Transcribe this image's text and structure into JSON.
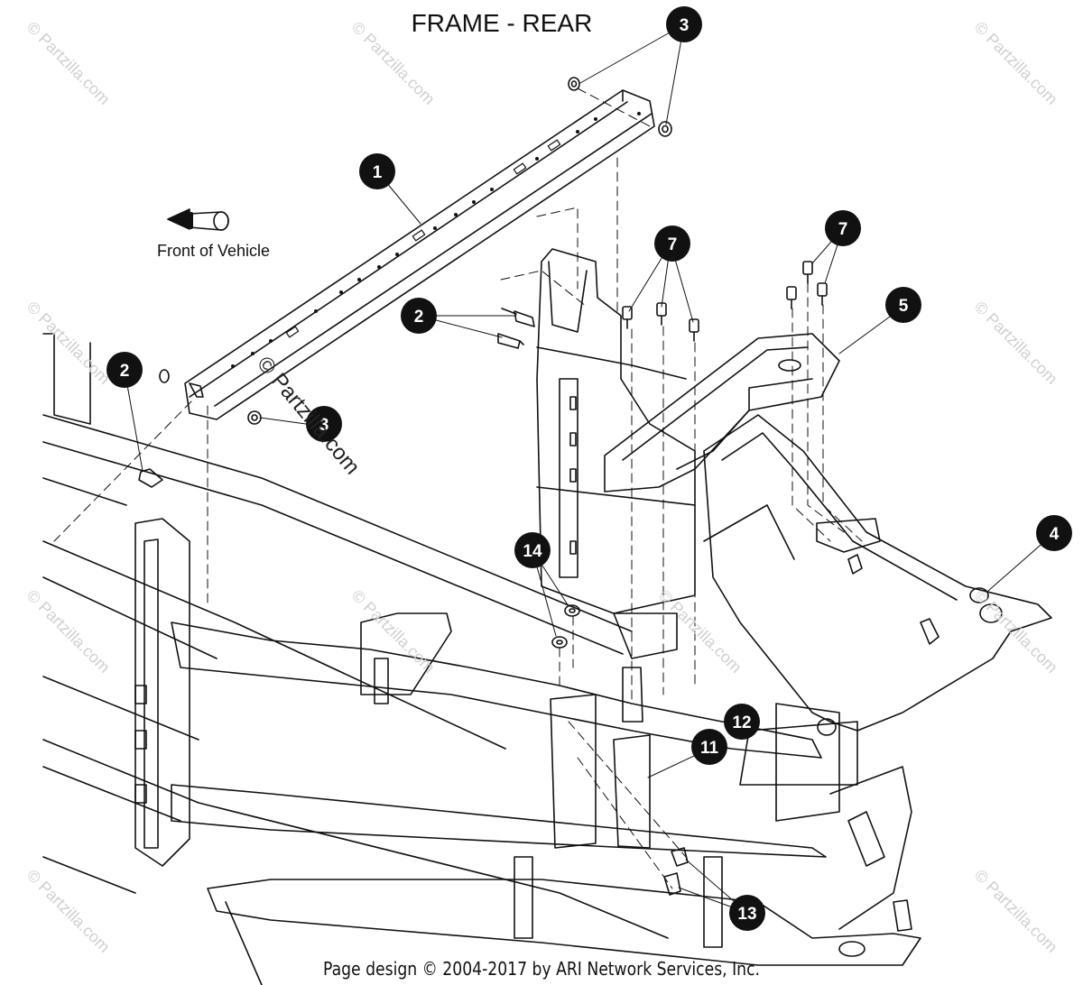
{
  "title": "FRAME - REAR",
  "front_label": "Front of Vehicle",
  "watermark": "© Partzilla.com",
  "footer": "Page design © 2004-2017 by ARI Network Services, Inc.",
  "callouts": [
    "1",
    "2",
    "2",
    "3",
    "3",
    "4",
    "5",
    "7",
    "7",
    "11",
    "12",
    "13",
    "14"
  ],
  "colors": {
    "line": "#111111",
    "callout_fill": "#111111",
    "callout_text": "#ffffff",
    "watermark": "#d0d0d0"
  }
}
